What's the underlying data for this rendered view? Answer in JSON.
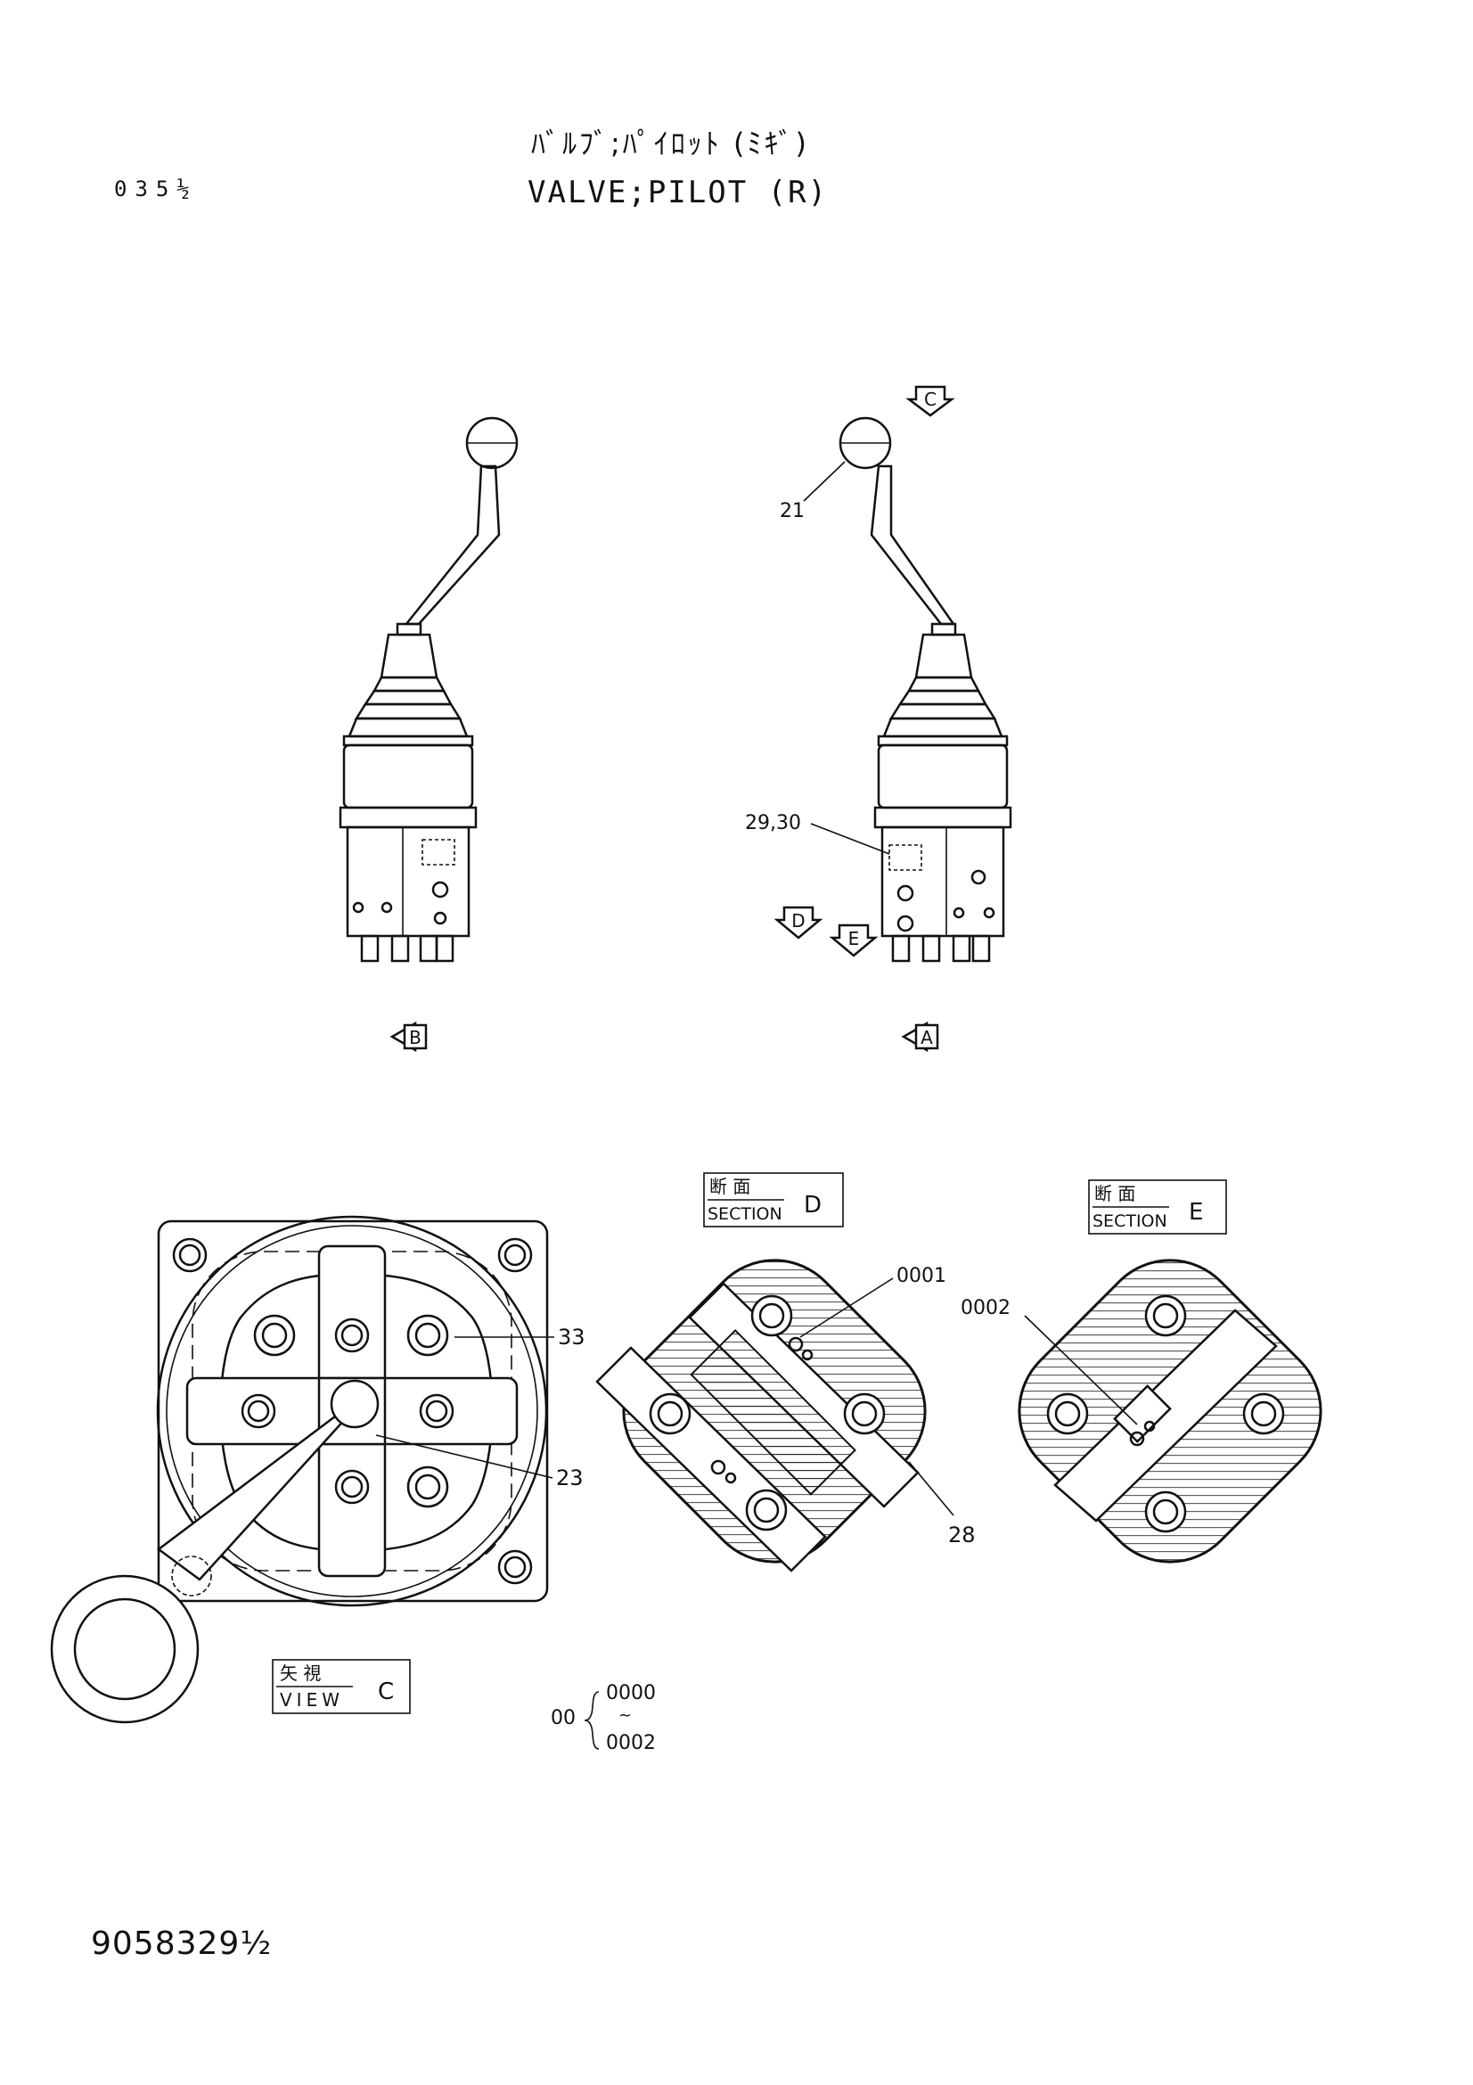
{
  "header": {
    "page_number": "035½",
    "title_jp": "ﾊﾞﾙﾌﾞ;ﾊﾟｲﾛｯﾄ (ﾐｷﾞ)",
    "title_en": "VALVE;PILOT (R)"
  },
  "view_arrows": {
    "a": "A",
    "b": "B",
    "c": "C",
    "d": "D",
    "e": "E"
  },
  "callouts": {
    "c21": "21",
    "c29_30": "29,30",
    "c33": "33",
    "c23": "23",
    "c0001": "0001",
    "c0002": "0002",
    "c28": "28"
  },
  "labels": {
    "section_d": {
      "jp": "断 面",
      "en": "SECTION",
      "letter": "D"
    },
    "section_e": {
      "jp": "断 面",
      "en": "SECTION",
      "letter": "E"
    },
    "view_c": {
      "jp": "矢 視",
      "en": "VIEW",
      "letter": "C"
    }
  },
  "range_note": {
    "prefix": "00",
    "from": "0000",
    "tilde": "~",
    "to": "0002"
  },
  "footer": {
    "doc_number": "9058329½"
  }
}
